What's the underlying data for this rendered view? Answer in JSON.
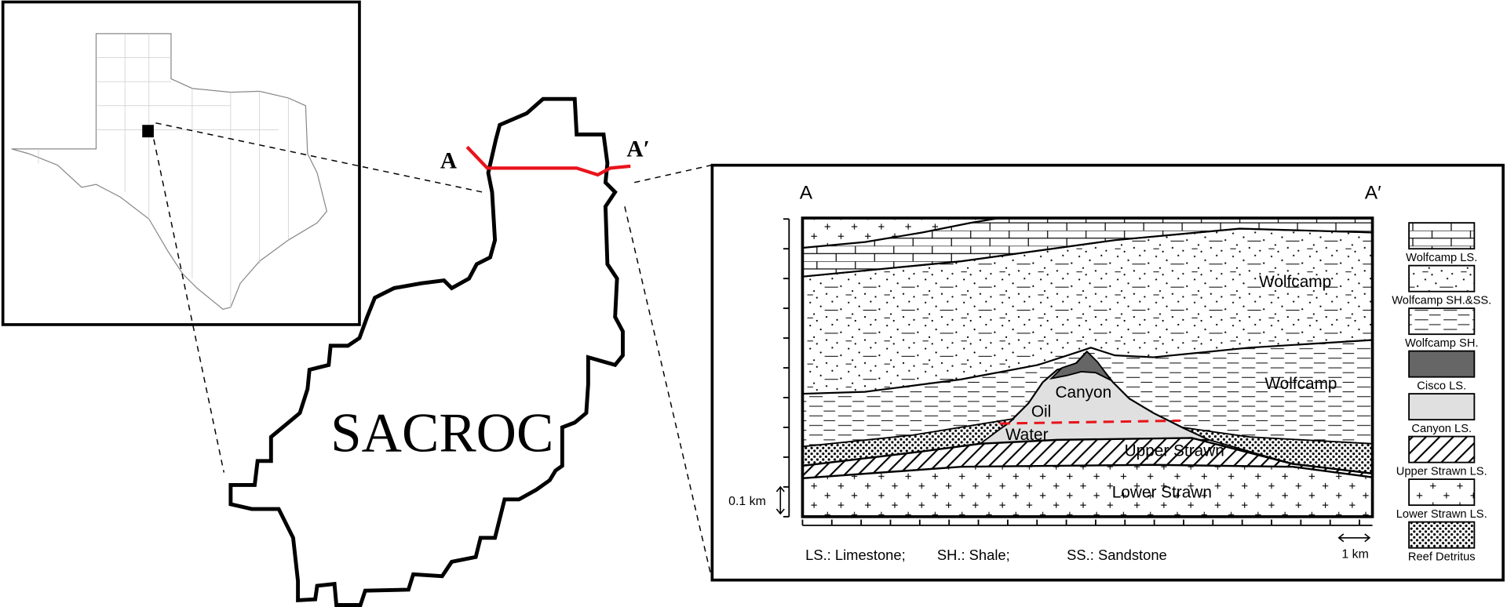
{
  "map": {
    "field_name": "SACROC",
    "point_a": "A",
    "point_a_prime": "A′"
  },
  "section": {
    "left_label": "A",
    "right_label": "A′",
    "units": [
      "Wolfcamp",
      "Wolfcamp",
      "Canyon",
      "Oil",
      "Water",
      "Upper Strawn",
      "Lower Strawn"
    ],
    "vertical_scale": "0.1 km",
    "horizontal_scale": "1 km",
    "abbreviations": [
      "LS.: Limestone;",
      "SH.: Shale;",
      "SS.: Sandstone"
    ]
  },
  "legend": [
    {
      "label": "Wolfcamp LS.",
      "pattern": "brick"
    },
    {
      "label": "Wolfcamp SH.&SS.",
      "pattern": "dots-dashes"
    },
    {
      "label": "Wolfcamp SH.",
      "pattern": "dashes"
    },
    {
      "label": "Cisco LS.",
      "pattern": "dark"
    },
    {
      "label": "Canyon LS.",
      "pattern": "light"
    },
    {
      "label": "Upper Strawn LS.",
      "pattern": "hatch"
    },
    {
      "label": "Lower Strawn LS.",
      "pattern": "plus"
    },
    {
      "label": "Reef Detritus",
      "pattern": "coarse-dots"
    }
  ],
  "colors": {
    "section_line": "#e8141b",
    "cisco": "#666666",
    "canyon": "#e0e0e0"
  }
}
